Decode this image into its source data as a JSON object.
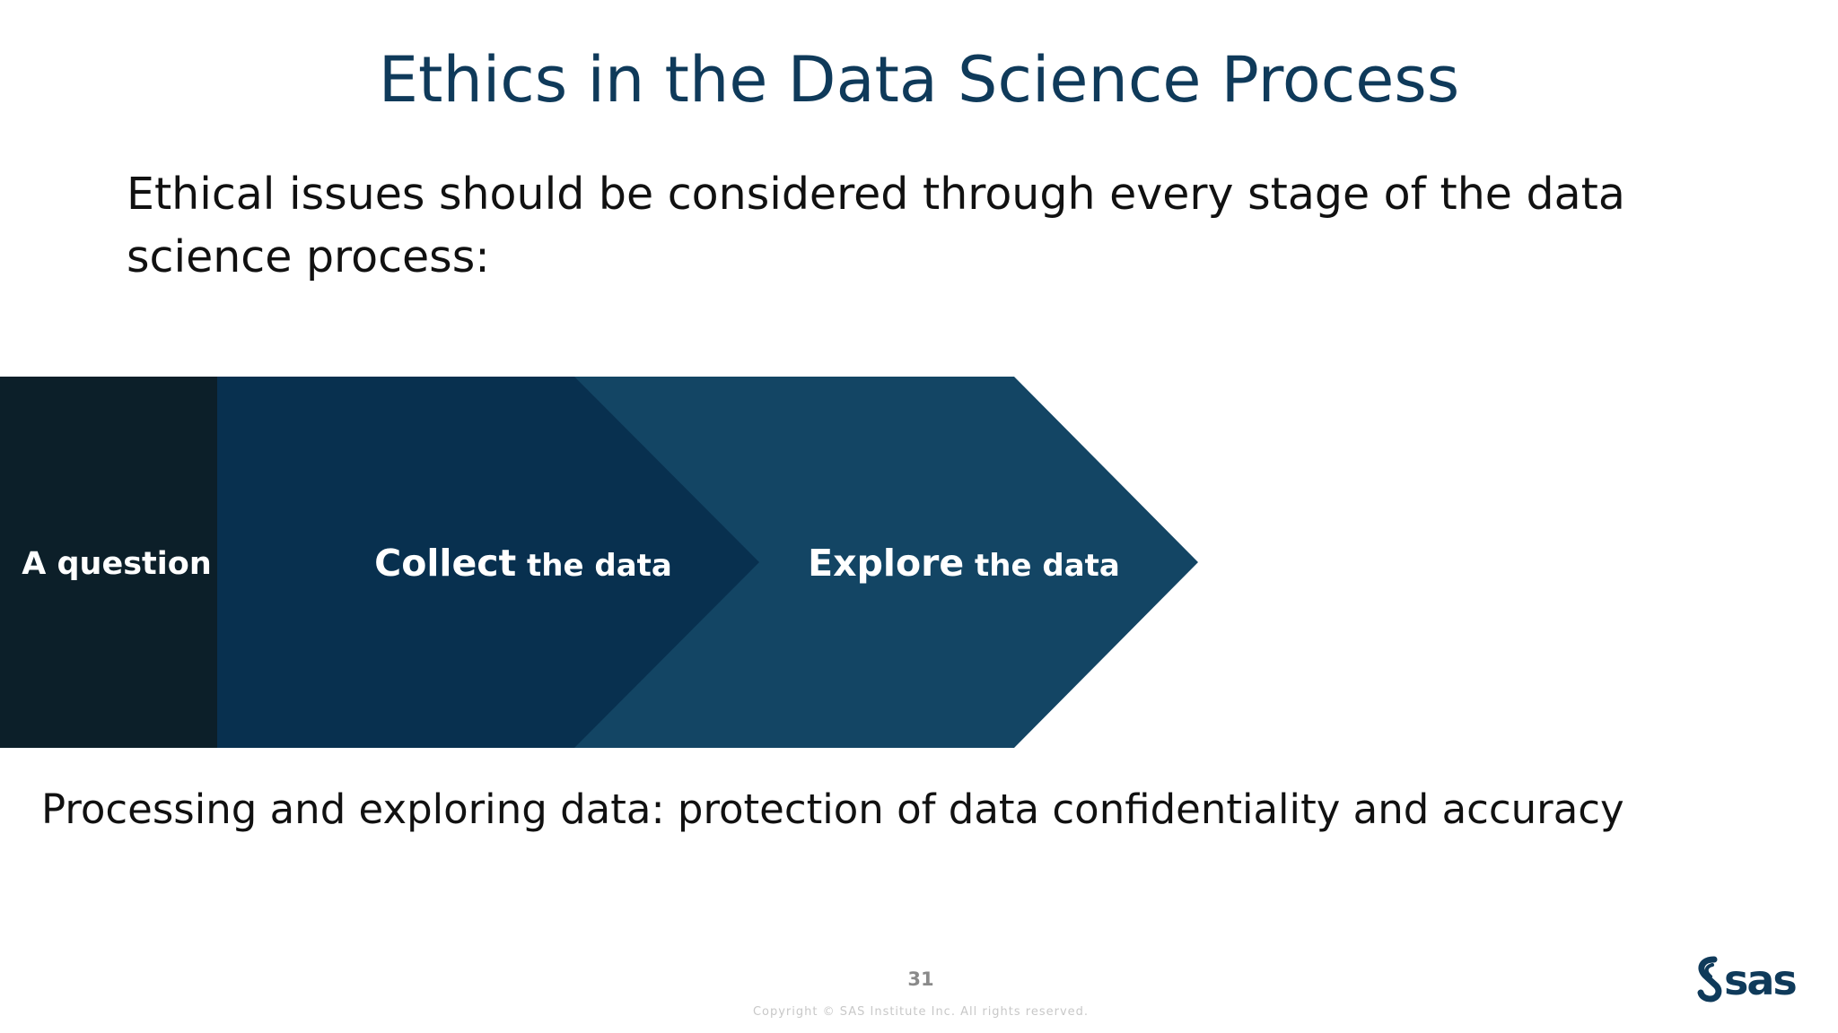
{
  "slide": {
    "title": "Ethics in the Data Science Process",
    "intro": "Ethical issues should be considered through every stage of the data science process:",
    "process_steps": [
      {
        "bold": "A question",
        "rest": ""
      },
      {
        "bold": "Collect",
        "rest": " the data"
      },
      {
        "bold": "Explore",
        "rest": " the data"
      }
    ],
    "caption": "Processing and exploring data: protection of data confidentiality and accuracy",
    "page_number": "31",
    "copyright": "Copyright © SAS Institute Inc. All rights reserved.",
    "logo_text": "sas"
  },
  "colors": {
    "title": "#0f3a5a",
    "step_question": "#0c1f29",
    "step_collect": "#08304f",
    "step_explore": "#134564",
    "step_text": "#ffffff",
    "logo": "#0f3a5a"
  },
  "icons": {
    "logo": "sas-logo-icon"
  }
}
